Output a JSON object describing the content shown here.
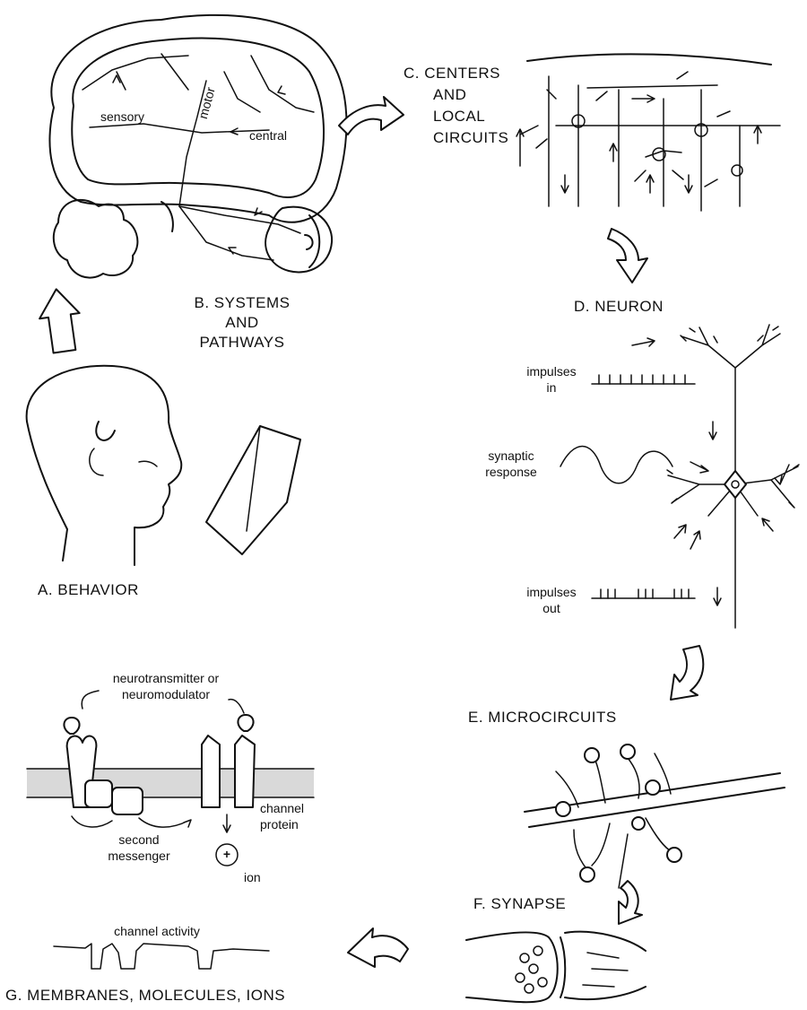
{
  "labels": {
    "a": "A. BEHAVIOR",
    "b_1": "B. SYSTEMS",
    "b_2": "AND",
    "b_3": "PATHWAYS",
    "c_1": "C. CENTERS",
    "c_2": "AND",
    "c_3": "LOCAL",
    "c_4": "CIRCUITS",
    "d": "D. NEURON",
    "e": "E. MICROCIRCUITS",
    "f": "F. SYNAPSE",
    "g": "G. MEMBRANES, MOLECULES, IONS"
  },
  "brain": {
    "sensory": "sensory",
    "motor": "motor",
    "central": "central"
  },
  "neuron": {
    "impulses_in_1": "impulses",
    "impulses_in_2": "in",
    "synaptic_1": "synaptic",
    "synaptic_2": "response",
    "impulses_out_1": "impulses",
    "impulses_out_2": "out"
  },
  "membrane": {
    "nt_1": "neurotransmitter or",
    "nt_2": "neuromodulator",
    "channel_1": "channel",
    "channel_2": "protein",
    "second_1": "second",
    "second_2": "messenger",
    "ion": "ion",
    "ion_symbol": "+",
    "channel_activity": "channel activity"
  }
}
